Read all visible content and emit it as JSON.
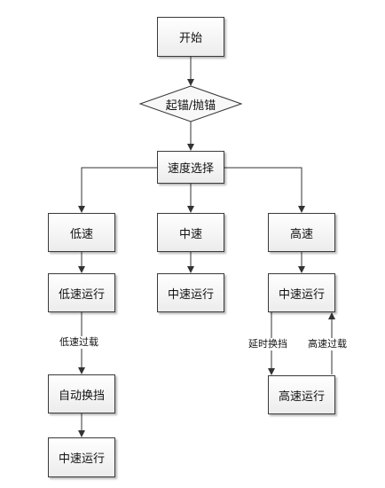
{
  "nodes": {
    "start": "开始",
    "decision": "起锚/抛锚",
    "speed_select": "速度选择",
    "low": "低速",
    "mid": "中速",
    "high": "高速",
    "low_run": "低速运行",
    "mid_run": "中速运行",
    "high_mid_run": "中速运行",
    "auto_shift": "自动换挡",
    "low_mid_run": "中速运行",
    "high_run": "高速运行"
  },
  "edges": {
    "low_over_load": "低速过载",
    "delay_shift": "延时换挡",
    "high_over_load": "高速过载"
  }
}
